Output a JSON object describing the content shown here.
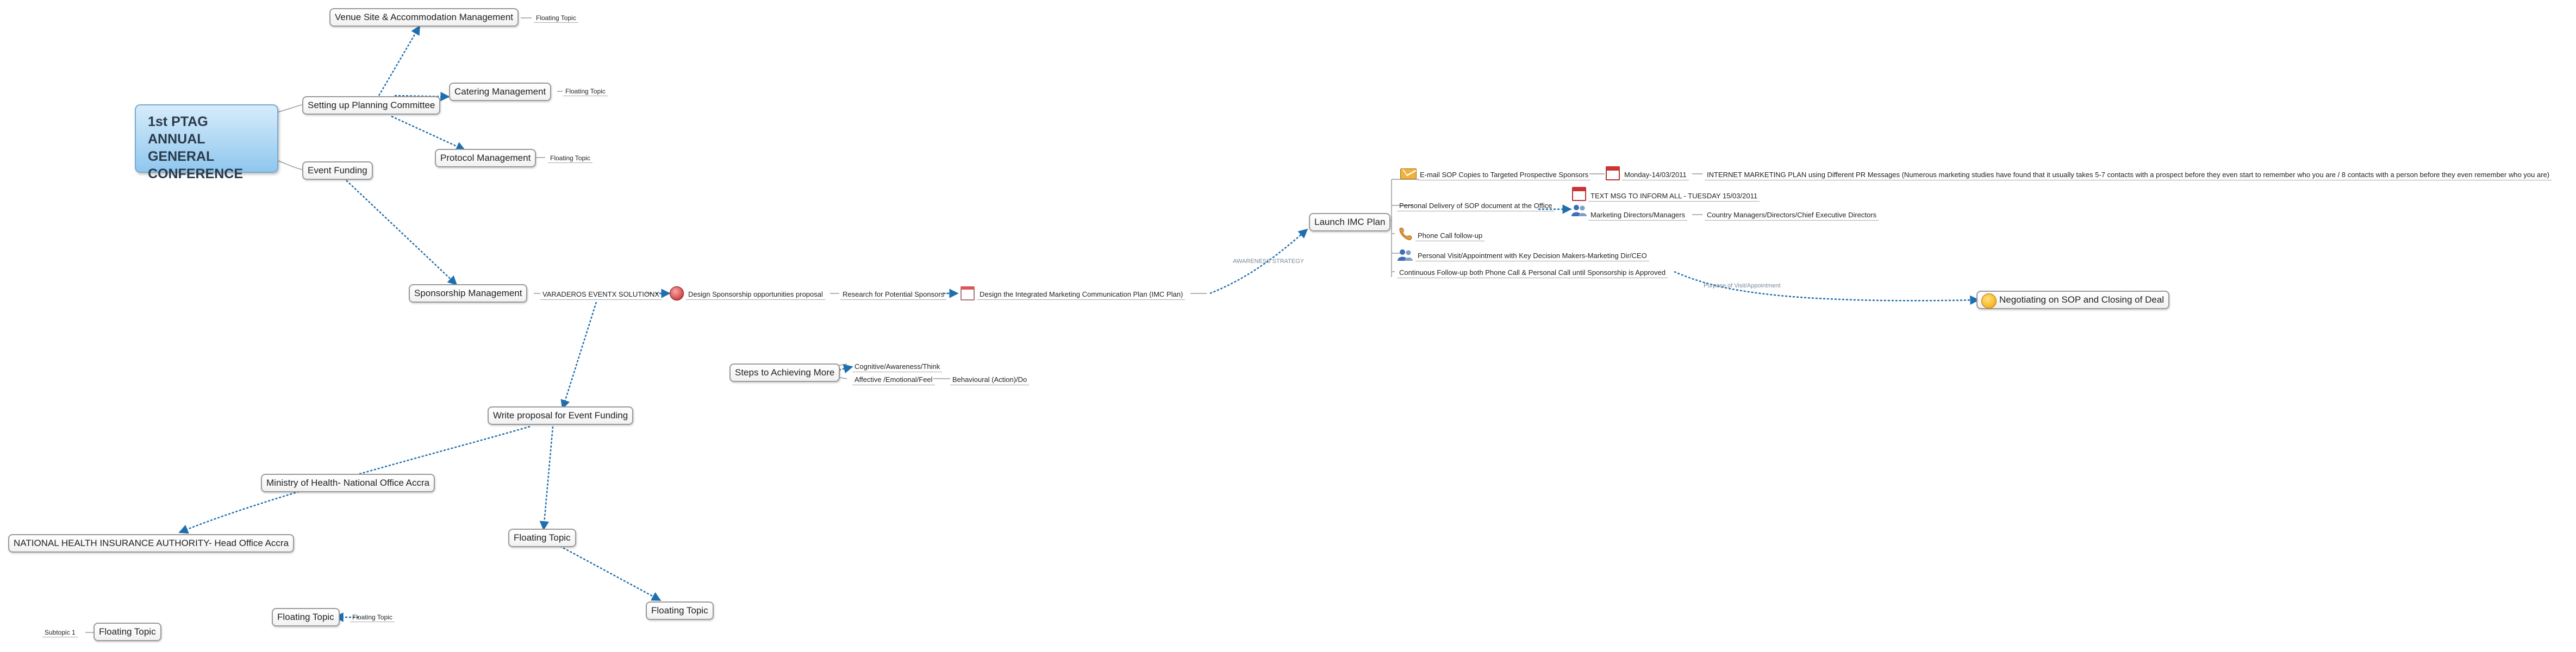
{
  "map": {
    "central": "1st PTAG ANNUAL GENERAL CONFERENCE",
    "planning": {
      "label": "Setting up Planning Committee",
      "venue": "Venue Site & Accommodation Management",
      "venue_float": "Floating Topic",
      "catering": "Catering Management",
      "catering_float": "Floating Topic",
      "protocol": "Protocol Management",
      "protocol_float": "Floating Topic"
    },
    "event_funding": "Event Funding",
    "sponsorship": {
      "label": "Sponsorship Management",
      "varaderos": "VARADEROS EVENTX SOLUTIONX",
      "design_proposal": "Design Sponsorship opportunities proposal",
      "research": "Research for Potential Sponsors",
      "imc_design": "Design the Integrated Marketing Communication Plan (IMC Plan)",
      "awareness": "AWARENESS STRATEGY",
      "launch": "Launch IMC Plan"
    },
    "imc": {
      "email_sop": "E-mail SOP Copies to Targeted Prospective Sponsors",
      "monday": "Monday-14/03/2011",
      "internet": "INTERNET MARKETING PLAN using Different PR Messages (Numerous marketing studies have found that it usually takes 5-7 contacts with a prospect before they even start to remember who you are / 8 contacts with a person before they even remember who you are)",
      "text_msg": "TEXT MSG TO INFORM ALL - TUESDAY 15/03/2011",
      "personal_delivery": "Personal Delivery of SOP document at the Office",
      "marketing_directors": "Marketing Directors/Managers",
      "country_managers": "Country Managers/Directors/Chief Executive Directors",
      "phone_call": "Phone Call follow-up",
      "personal_visit": "Personal Visit/Appointment with Key Decision Makers-Marketing Dir/CEO",
      "continuous": "Continuous Follow-up both Phone Call & Personal Call until Sponsorship is Approved",
      "purpose": "Purpose of Visit/Appointment",
      "negotiating": "Negotiating on SOP and Closing of Deal"
    },
    "proposal": {
      "label": "Write proposal for Event Funding",
      "ministry": "Ministry of Health- National Office Accra",
      "nhia": "NATIONAL HEALTH INSURANCE AUTHORITY- Head Office Accra",
      "floating1": "Floating Topic",
      "floating2": "Floating Topic"
    },
    "steps": {
      "label": "Steps to Achieving More",
      "cognitive": "Cognitive/Awareness/Think",
      "affective": "Affective /Emotional/Feel",
      "behavioural": "Behavioural (Action)/Do"
    },
    "floating_a": "Floating Topic",
    "floating_a_child": "Floating Topic",
    "floating_b": "Floating Topic",
    "subtopic": "Subtopic 1"
  },
  "icons": [
    "envelope-icon",
    "calendar-icon",
    "people-icon",
    "phone-icon",
    "chart-icon",
    "red-ball-icon",
    "smiley-icon"
  ],
  "colors": {
    "central_fill": "#a9d4f2",
    "link": "#1f6fae",
    "node_border": "#9a9a9a"
  }
}
